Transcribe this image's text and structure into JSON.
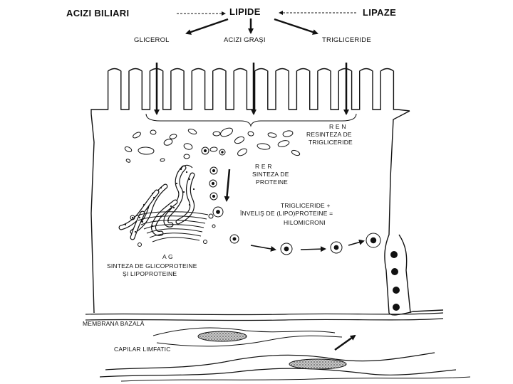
{
  "labels": {
    "acizi_biliari": "ACIZI BILIARI",
    "lipide": "LIPIDE",
    "lipaze": "LIPAZE",
    "glicerol": "GLICEROL",
    "acizi_grasi": "ACIZI GRAŞI",
    "trigliceride": "TRIGLICERIDE",
    "ren": "R E N",
    "resinteza_1": "RESINTEZA DE",
    "resinteza_2": "TRIGLICERIDE",
    "rer": "R E R",
    "sinteza_prot_1": "SINTEZA DE",
    "sinteza_prot_2": "PROTEINE",
    "hilo_1": "TRIGLICERIDE +",
    "hilo_2": "ÎNVELIŞ DE (LIPO)PROTEINE =",
    "hilo_3": "HILOMICRONI",
    "ag": "A G",
    "glico_1": "SINTEZA DE GLICOPROTEINE",
    "glico_2": "ŞI LIPOPROTEINE",
    "membrana": "MEMBRANA BAZALĂ",
    "capilar": "CAPILAR LIMFATIC"
  },
  "colors": {
    "ink": "#111111",
    "background": "#ffffff",
    "nucleus_fill": "#9a9a9a"
  }
}
